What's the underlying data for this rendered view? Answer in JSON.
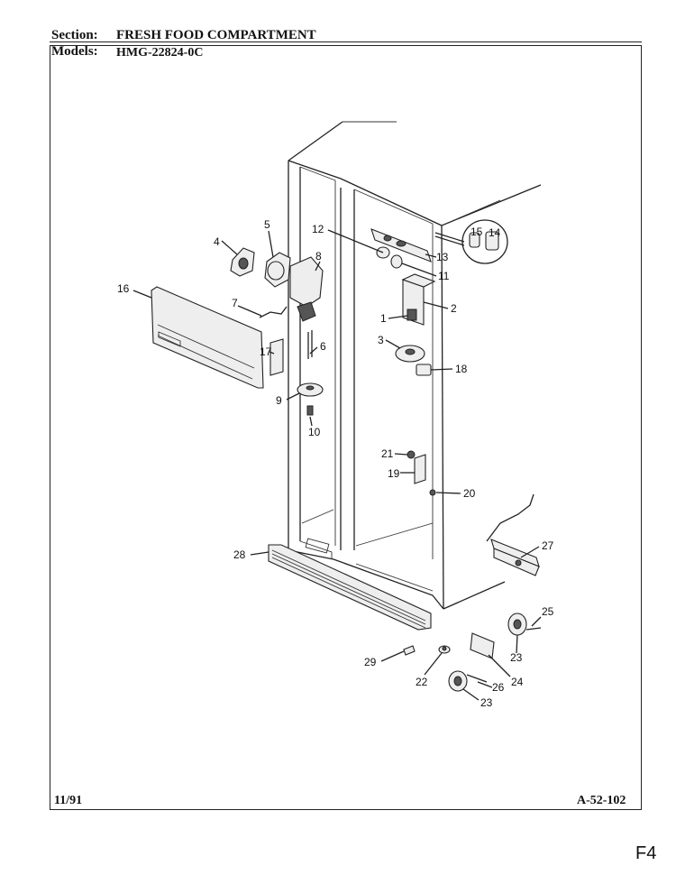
{
  "header": {
    "section_label": "Section:",
    "section_value": "FRESH FOOD COMPARTMENT",
    "models_label": "Models:",
    "models_value": "HMG-22824-0C"
  },
  "footer": {
    "date": "11/91",
    "doc_number": "A-52-102"
  },
  "handwritten_note": "F4",
  "callouts": [
    "1",
    "2",
    "3",
    "4",
    "5",
    "6",
    "7",
    "8",
    "9",
    "10",
    "11",
    "12",
    "13",
    "14",
    "15",
    "16",
    "17",
    "18",
    "19",
    "20",
    "21",
    "22",
    "23",
    "23",
    "24",
    "25",
    "26",
    "27",
    "28",
    "29"
  ]
}
